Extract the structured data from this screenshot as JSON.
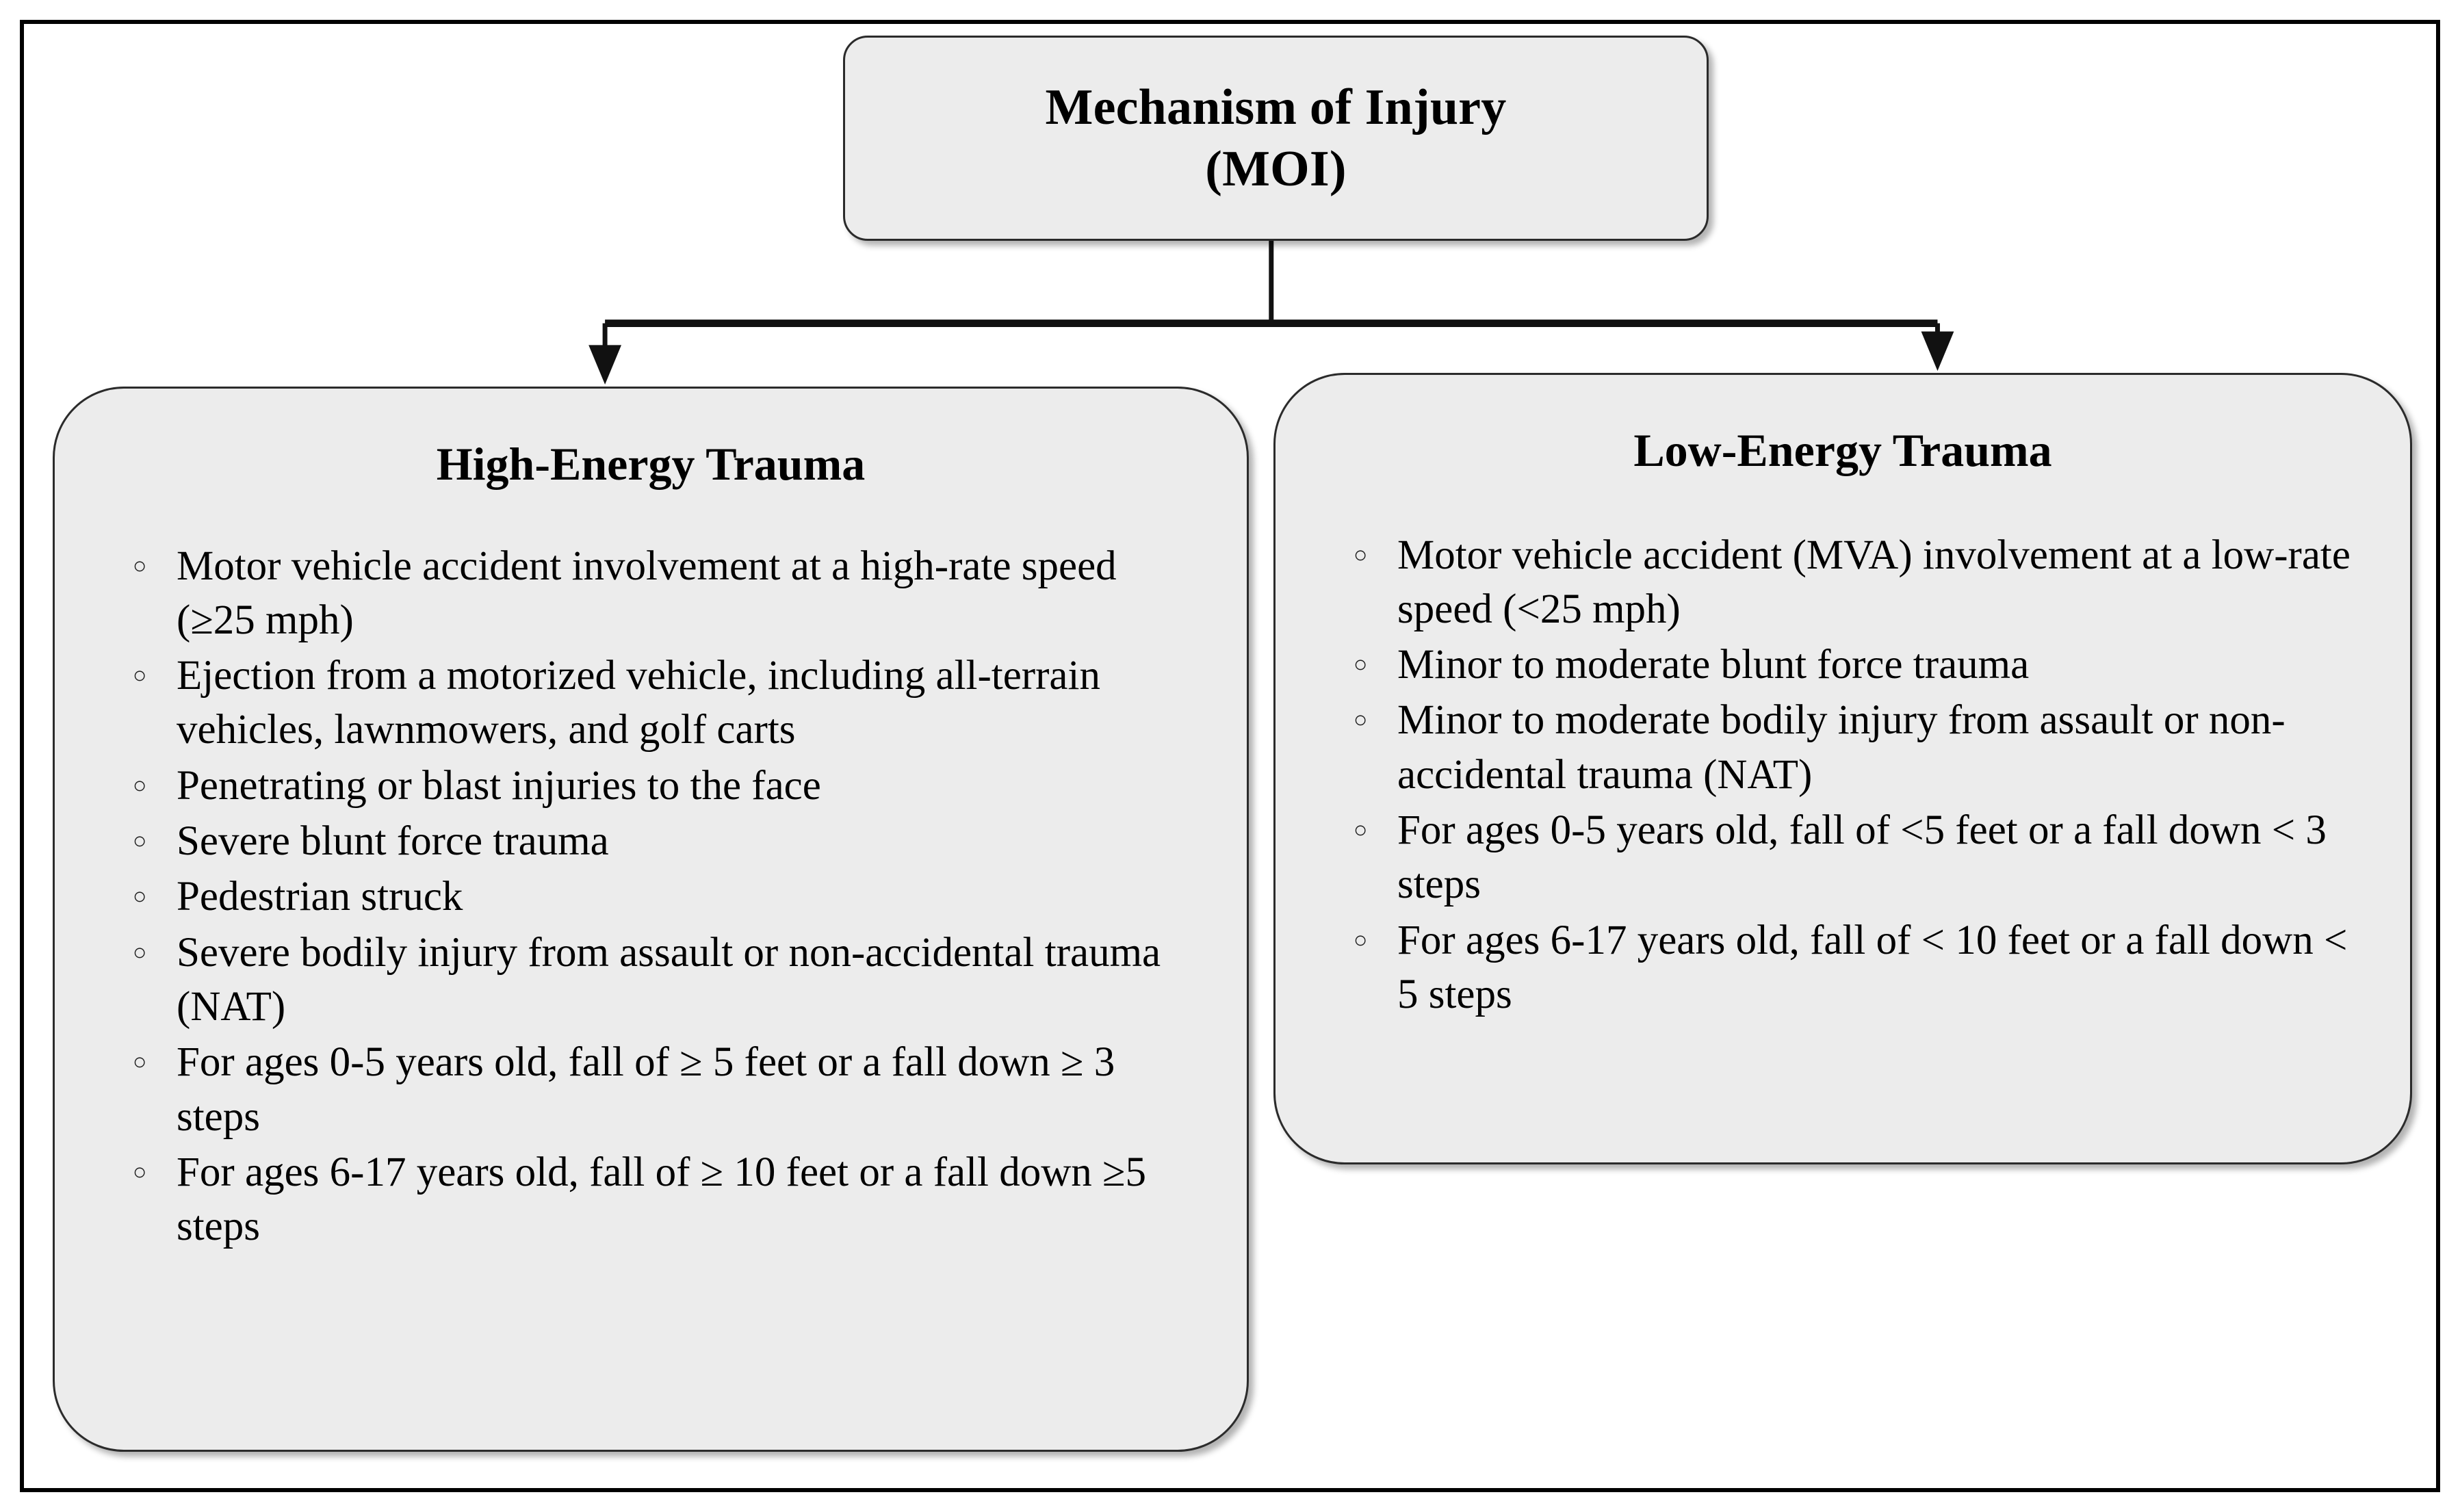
{
  "figure": {
    "root": {
      "title_line1": "Mechanism of Injury",
      "title_line2": "(MOI)"
    },
    "branches": [
      {
        "id": "high-energy",
        "title": "High-Energy Trauma",
        "bullet_glyph": "○",
        "items": [
          "Motor vehicle accident involvement at a high-rate speed (≥25 mph)",
          "Ejection from a motorized vehicle, including all-terrain vehicles, lawnmowers, and golf carts",
          "Penetrating or blast injuries to the face",
          "Severe blunt force trauma",
          "Pedestrian struck",
          "Severe bodily injury from assault or non-accidental trauma (NAT)",
          "For ages 0-5 years old, fall of ≥ 5 feet or a fall down ≥ 3 steps",
          "For ages 6-17 years old, fall of ≥ 10 feet or a fall down ≥5 steps"
        ]
      },
      {
        "id": "low-energy",
        "title": "Low-Energy Trauma",
        "bullet_glyph": "○",
        "items": [
          "Motor vehicle accident (MVA) involvement at a low-rate speed (<25 mph)",
          "Minor to moderate blunt force trauma",
          "Minor to moderate bodily injury from assault or non-accidental trauma (NAT)",
          "For ages 0-5 years old, fall of <5 feet or a fall down < 3 steps",
          "For ages 6-17 years old, fall of < 10 feet or a fall down < 5 steps"
        ]
      }
    ],
    "colors": {
      "node_fill": "#ececec",
      "node_border": "#2b2b2b",
      "frame_border": "#000000",
      "connector": "#111111",
      "text": "#000000",
      "page_background": "#ffffff"
    }
  }
}
